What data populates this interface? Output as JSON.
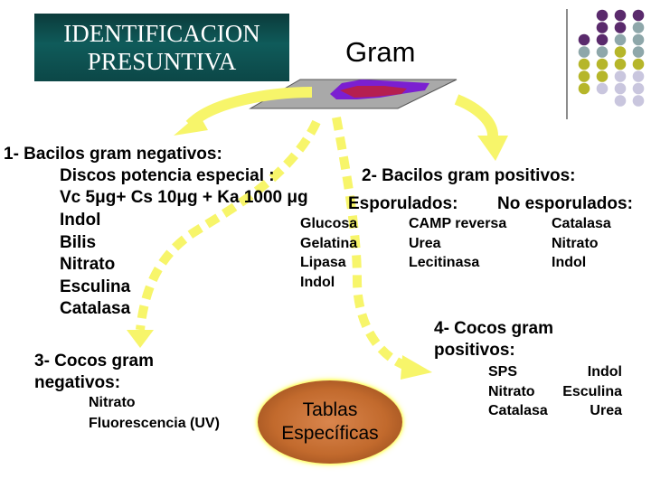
{
  "title": {
    "line1": "IDENTIFICACION",
    "line2": "PRESUNTIVA"
  },
  "gram_title": "Gram",
  "colors": {
    "arrow": "#f7f56a",
    "title_bg": "#0f5b5a",
    "tablas_bg": "#c46c2e",
    "dot_purple": "#5a2a6c",
    "dot_teal": "#8ea7aa",
    "dot_olive": "#b6b62a",
    "dot_lavender": "#c9c6de"
  },
  "section1": {
    "heading": "1- Bacilos gram negativos:",
    "discs_label": "Discos potencia especial :",
    "discs_value": "Vc 5μg+ Cs 10μg + Ka 1000 μg",
    "tests": [
      "Indol",
      "Bilis",
      "Nitrato",
      "Esculina",
      "Catalasa"
    ]
  },
  "section2": {
    "heading": "2- Bacilos gram positivos:",
    "sporulated": "Esporulados:",
    "non_sporulated": "No esporulados:",
    "col1": [
      "Glucosa",
      "Gelatina",
      "Lipasa",
      "Indol"
    ],
    "col2": [
      "CAMP reversa",
      "Urea",
      "Lecitinasa"
    ],
    "col3": [
      "Catalasa",
      "Nitrato",
      "Indol"
    ]
  },
  "section3": {
    "heading_line1": "3- Cocos gram",
    "heading_line2": "negativos:",
    "tests": [
      "Nitrato",
      "Fluorescencia (UV)"
    ]
  },
  "section4": {
    "heading_line1": "4- Cocos gram",
    "heading_line2": "positivos:",
    "rows": [
      [
        "SPS",
        "Indol"
      ],
      [
        "Nitrato",
        "Esculina"
      ],
      [
        "Catalasa",
        "Urea"
      ]
    ]
  },
  "tablas": {
    "line1": "Tablas",
    "line2": "Específicas"
  }
}
